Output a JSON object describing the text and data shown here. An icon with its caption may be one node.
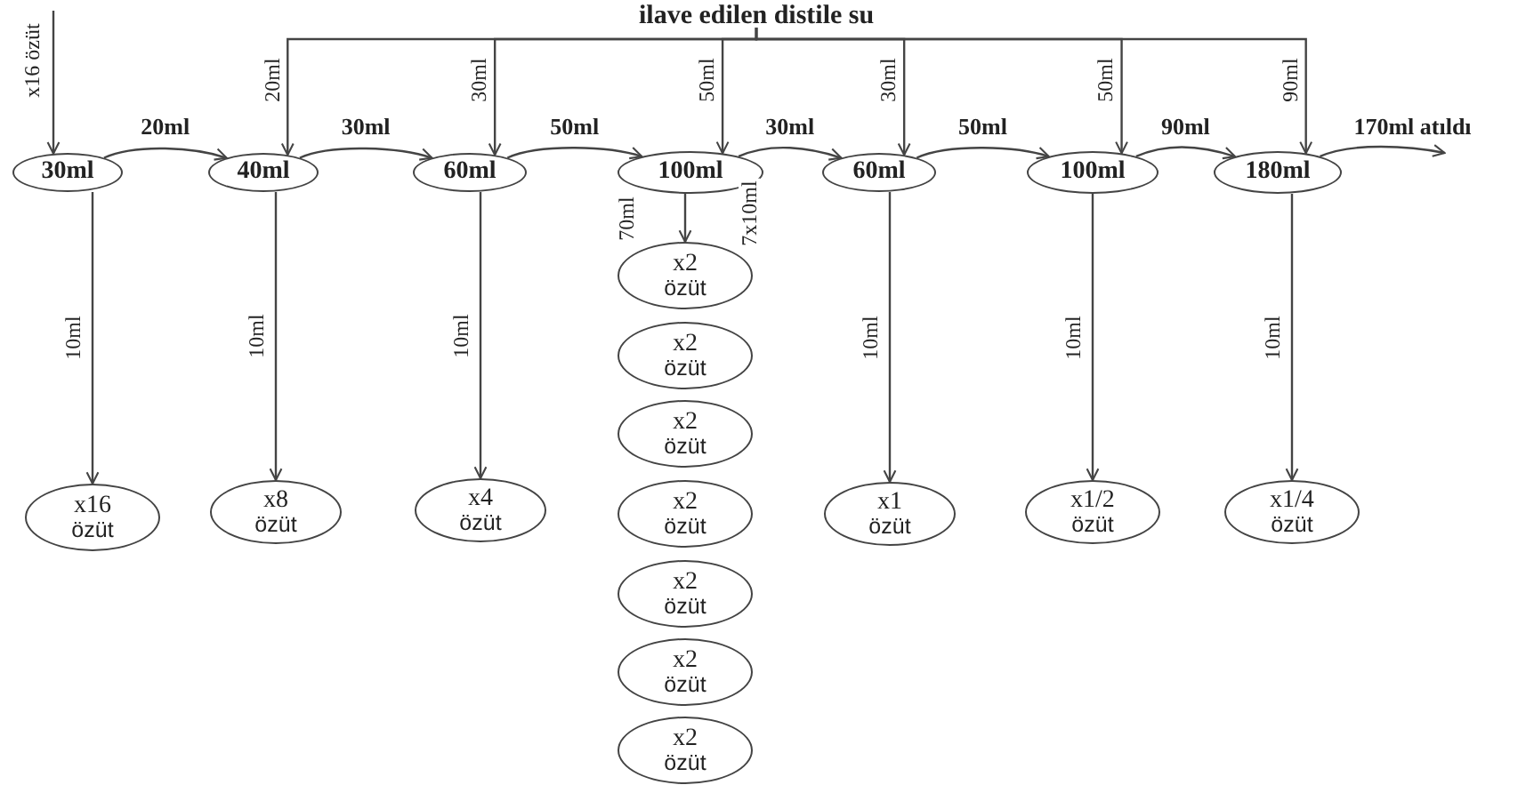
{
  "diagram": {
    "nodes": [
      {
        "text": [
          "ilave edilen distile su"
        ]
      },
      {
        "text": [
          "30ml"
        ]
      },
      {
        "text": [
          "40ml"
        ]
      },
      {
        "text": [
          "60ml"
        ]
      },
      {
        "text": [
          "100ml"
        ]
      },
      {
        "text": [
          "60ml"
        ]
      },
      {
        "text": [
          "100ml"
        ]
      },
      {
        "text": [
          "180ml"
        ]
      },
      {
        "text": [
          "x2",
          "özüt"
        ]
      },
      {
        "text": [
          "x2",
          "özüt"
        ]
      },
      {
        "text": [
          "x2",
          "özüt"
        ]
      },
      {
        "text": [
          "x2",
          "özüt"
        ]
      },
      {
        "text": [
          "x2",
          "özüt"
        ]
      },
      {
        "text": [
          "x2",
          "özüt"
        ]
      },
      {
        "text": [
          "x2",
          "özüt"
        ]
      },
      {
        "text": [
          "x16",
          "özüt"
        ]
      },
      {
        "text": [
          "x8",
          "özüt"
        ]
      },
      {
        "text": [
          "x4",
          "özüt"
        ]
      },
      {
        "text": [
          "x1",
          "özüt"
        ]
      },
      {
        "text": [
          "x1/2",
          "özüt"
        ]
      },
      {
        "text": [
          "x1/4",
          "özüt"
        ]
      }
    ],
    "edges": [
      {
        "from": null,
        "to": 1,
        "arrow": "to",
        "label": "x16 özüt"
      },
      {
        "from": 0,
        "to": 2,
        "arrow": "to",
        "label": "20ml"
      },
      {
        "from": 0,
        "to": 3,
        "arrow": "to",
        "label": "30ml"
      },
      {
        "from": 0,
        "to": 4,
        "arrow": "to",
        "label": "50ml"
      },
      {
        "from": 0,
        "to": 5,
        "arrow": "to",
        "label": "30ml"
      },
      {
        "from": 0,
        "to": 6,
        "arrow": "to",
        "label": "50ml"
      },
      {
        "from": 0,
        "to": 7,
        "arrow": "to",
        "label": "90ml"
      },
      {
        "from": 1,
        "to": 2,
        "arrow": "to",
        "label": "20ml"
      },
      {
        "from": 2,
        "to": 3,
        "arrow": "to",
        "label": "30ml"
      },
      {
        "from": 3,
        "to": 4,
        "arrow": "to",
        "label": "50ml"
      },
      {
        "from": 4,
        "to": 5,
        "arrow": "to",
        "label": "30ml"
      },
      {
        "from": 5,
        "to": 6,
        "arrow": "to",
        "label": "50ml"
      },
      {
        "from": 6,
        "to": 7,
        "arrow": "to",
        "label": "90ml"
      },
      {
        "from": 7,
        "to": null,
        "arrow": "to",
        "label": "170ml atıldı"
      },
      {
        "from": 1,
        "to": 15,
        "arrow": "to",
        "label": "10ml"
      },
      {
        "from": 2,
        "to": 16,
        "arrow": "to",
        "label": "10ml"
      },
      {
        "from": 3,
        "to": 17,
        "arrow": "to",
        "label": "10ml"
      },
      {
        "from": 5,
        "to": 18,
        "arrow": "to",
        "label": "10ml"
      },
      {
        "from": 6,
        "to": 19,
        "arrow": "to",
        "label": "10ml"
      },
      {
        "from": 7,
        "to": 20,
        "arrow": "to",
        "label": "10ml"
      },
      {
        "from": 4,
        "to": 8,
        "arrow": "to",
        "label": "70ml"
      }
    ],
    "labels": [
      "7x10ml"
    ]
  }
}
